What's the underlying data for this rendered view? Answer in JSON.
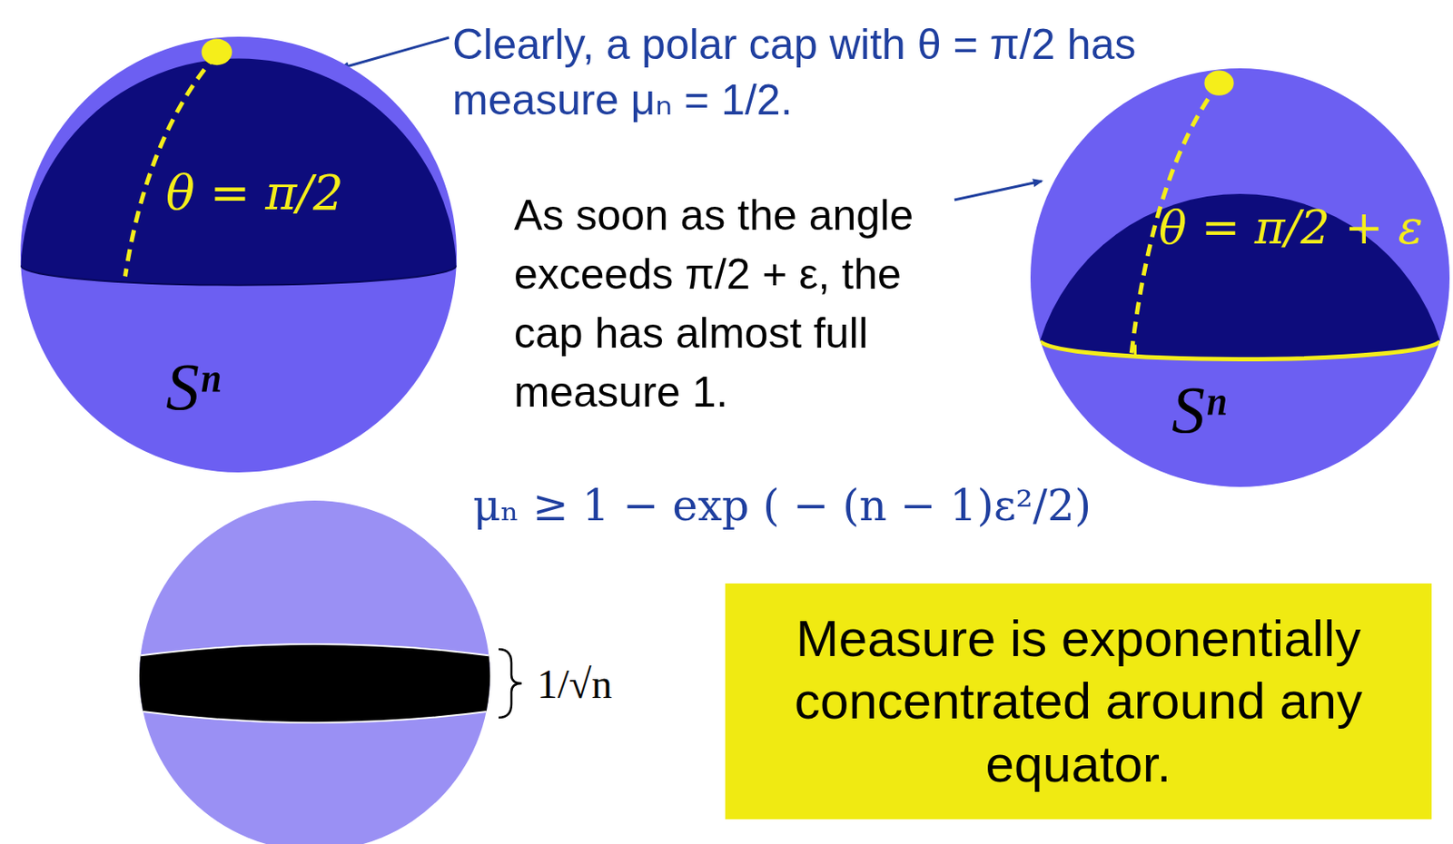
{
  "diagram": {
    "nodes": [
      {
        "text": [
          "θ = π/2",
          "Sⁿ"
        ]
      },
      {
        "text": [
          "θ = π/2 + ε",
          "Sⁿ"
        ]
      },
      {
        "text": [
          "Measure is exponentially concentrated around any equator."
        ]
      }
    ],
    "labels": [
      "Clearly, a polar cap with θ = π/2 has measure μₙ = 1/2.",
      "As soon as the angle exceeds π/2 + ε, the cap has almost full measure 1.",
      "μₙ ≥ 1 − exp ( − (n − 1)ε²/2)",
      "1/√n"
    ]
  }
}
